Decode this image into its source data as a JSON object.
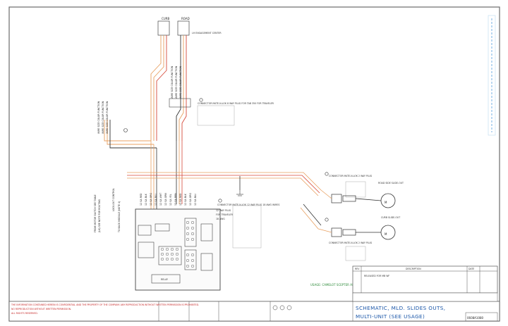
{
  "labels": {
    "top_left_header": "CURB",
    "top_right_header": "ROAD",
    "top_connector_note": "LH ENGAGEMENT CENTER",
    "connector_note_1": "CONNECTOR MATE-N-LOK 8 WAY PLUG FOR TAB 350 FOR TRAVELER",
    "connector_note_2": "CONNECTOR MATE-N-LOK 12 WAY PLUG 18 AWG WIRES",
    "connector_note_3": "CONNECTOR MATE-N-LOK 2 WAY PLUG",
    "connector_note_4": "CONNECTOR MATE-N-LOK 2 WAY PLUG",
    "motor_road": "ROAD SIDE SLIDE-OUT",
    "motor_curb": "CURB SLIDE-OUT",
    "relay_label": "RELAY",
    "green_note": "USAGE: CAMELOT SCEPTER AMPHORA",
    "rev_header_rev": "REV",
    "rev_header_desc": "DESCRIPTION",
    "rev_header_date": "DATE",
    "rev_text": "RELEASED FOR MB WF",
    "title_line_1": "SCHEMATIC, MLD. SLIDES OUTS,",
    "title_line_2": "MULTI-UNIT (SEE USAGE)",
    "drawing_number": "0608A1080",
    "footer_note": "THE INFORMATION CONTAINED HEREIN IS CONFIDENTIAL AND THE PROPERTY OF THE COMPANY. ANY REPRODUCTION WITHOUT WRITTEN PERMISSION IS PROHIBITED."
  },
  "colors": {
    "wire_orange": "#e8a060",
    "wire_red": "#d64a3a",
    "wire_black": "#333333",
    "border": "#555555",
    "title_blue": "#1a56a8",
    "usage_green": "#2e8b3a",
    "revision_blue": "#6aa8d8"
  }
}
